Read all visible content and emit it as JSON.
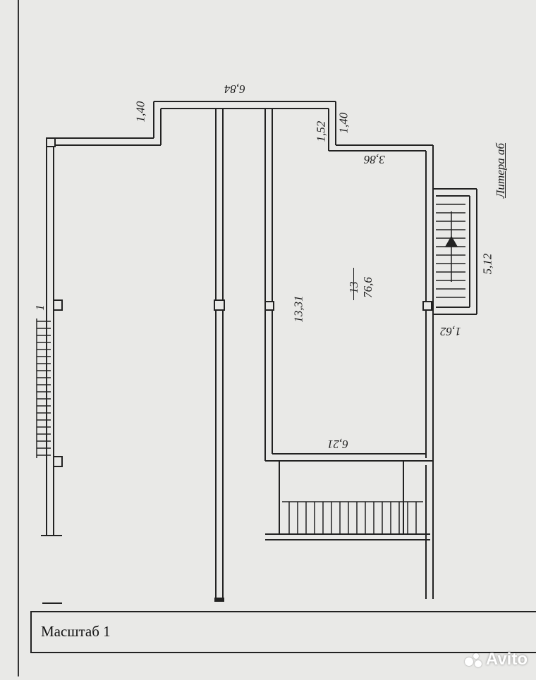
{
  "dimensions": {
    "top_width": "6,84",
    "left_step": "1,40",
    "right_step_a": "1,52",
    "right_step_b": "1,40",
    "upper_wall": "3,86",
    "room_length": "13,31",
    "bottom_wall": "6,21",
    "annex_length": "5,12",
    "annex_width": "1,62",
    "entrance_mark": "1"
  },
  "room": {
    "number": "13",
    "area": "76,6"
  },
  "litera": "Литера аб",
  "footer": {
    "scale_label": "Масштаб 1"
  },
  "watermark": {
    "brand": "Avito"
  }
}
